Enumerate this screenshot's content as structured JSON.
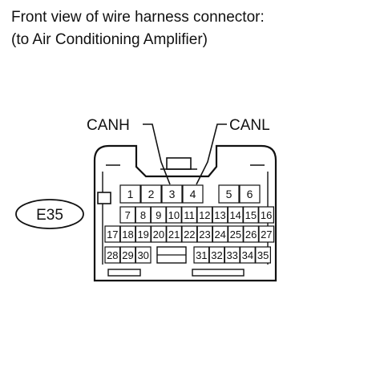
{
  "title": {
    "line1": "Front view of wire harness connector:",
    "line2": "(to Air Conditioning Amplifier)"
  },
  "connector": {
    "id": "E35",
    "signals": [
      {
        "name": "CANH",
        "pin": "3"
      },
      {
        "name": "CANL",
        "pin": "4"
      }
    ],
    "pin_rows": [
      [
        "1",
        "2",
        "3",
        "4",
        "",
        "5",
        "6"
      ],
      [
        "7",
        "8",
        "9",
        "10",
        "11",
        "12",
        "13",
        "14",
        "15",
        "16"
      ],
      [
        "17",
        "18",
        "19",
        "20",
        "21",
        "22",
        "23",
        "24",
        "25",
        "26",
        "27"
      ],
      [
        "28",
        "29",
        "30",
        "31",
        "32",
        "33",
        "34",
        "35"
      ]
    ]
  }
}
